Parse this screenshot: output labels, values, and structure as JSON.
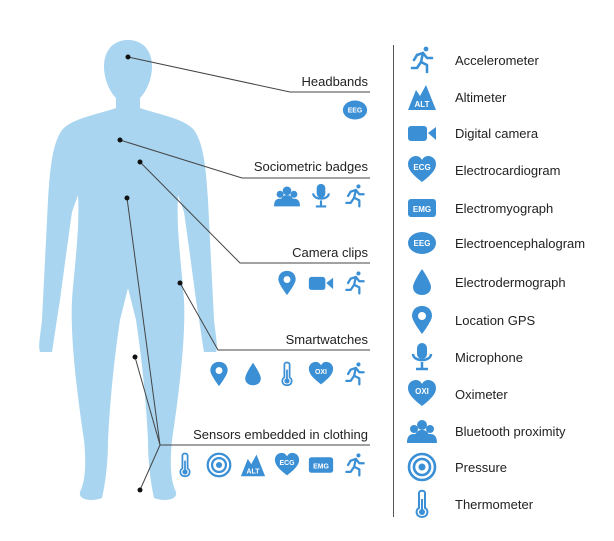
{
  "colors": {
    "body": "#a9d5f0",
    "icon": "#3b8fd5",
    "line": "#444444"
  },
  "categories": [
    {
      "label": "Headbands",
      "icons": [
        "eeg-icon"
      ]
    },
    {
      "label": "Sociometric badges",
      "icons": [
        "bluetooth-proximity-icon",
        "microphone-icon",
        "accelerometer-icon"
      ]
    },
    {
      "label": "Camera clips",
      "icons": [
        "location-gps-icon",
        "digital-camera-icon",
        "accelerometer-icon"
      ]
    },
    {
      "label": "Smartwatches",
      "icons": [
        "location-gps-icon",
        "electrodermograph-icon",
        "thermometer-icon",
        "oximeter-icon",
        "accelerometer-icon"
      ]
    },
    {
      "label": "Sensors embedded in clothing",
      "icons": [
        "thermometer-icon",
        "pressure-icon",
        "altimeter-icon",
        "ecg-icon",
        "emg-icon",
        "accelerometer-icon"
      ]
    }
  ],
  "legend": [
    {
      "icon": "accelerometer-icon",
      "label": "Accelerometer"
    },
    {
      "icon": "altimeter-icon",
      "label": "Altimeter"
    },
    {
      "icon": "digital-camera-icon",
      "label": "Digital camera"
    },
    {
      "icon": "ecg-icon",
      "label": "Electrocardiogram"
    },
    {
      "icon": "emg-icon",
      "label": "Electromyograph"
    },
    {
      "icon": "eeg-icon",
      "label": "Electroencephalogram"
    },
    {
      "icon": "electrodermograph-icon",
      "label": "Electrodermograph"
    },
    {
      "icon": "location-gps-icon",
      "label": "Location GPS"
    },
    {
      "icon": "microphone-icon",
      "label": "Microphone"
    },
    {
      "icon": "oximeter-icon",
      "label": "Oximeter"
    },
    {
      "icon": "bluetooth-proximity-icon",
      "label": "Bluetooth proximity"
    },
    {
      "icon": "pressure-icon",
      "label": "Pressure"
    },
    {
      "icon": "thermometer-icon",
      "label": "Thermometer"
    }
  ],
  "badge_text": {
    "eeg": "EEG",
    "ecg": "ECG",
    "emg": "EMG",
    "oxi": "OXI",
    "alt": "ALT"
  }
}
